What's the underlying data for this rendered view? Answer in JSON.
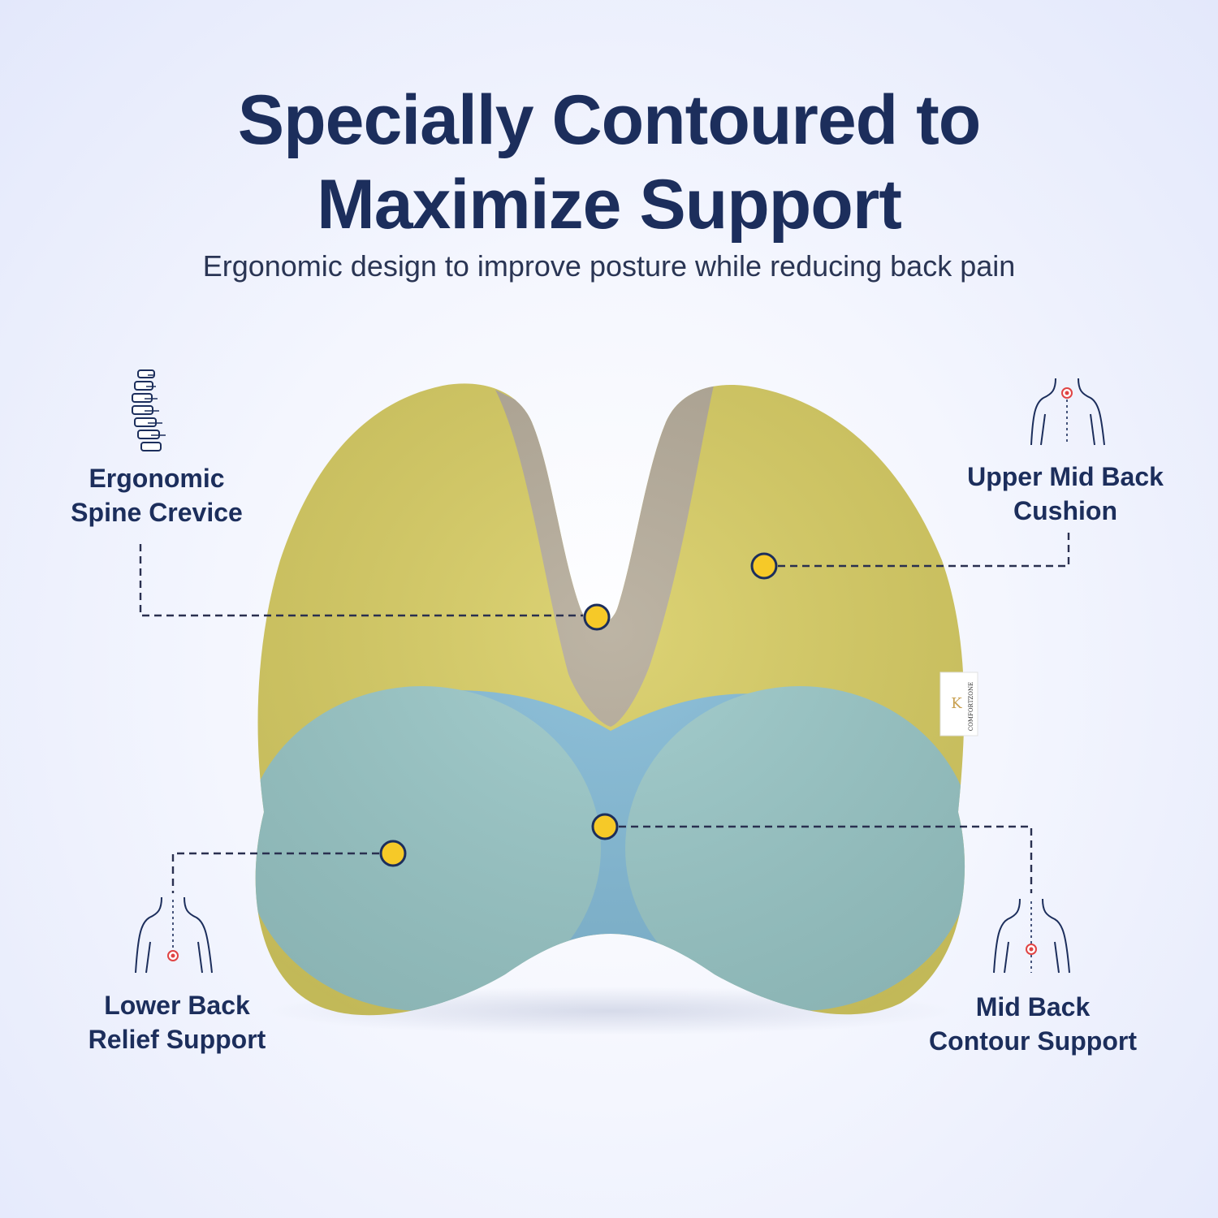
{
  "header": {
    "title_line1": "Specially Contoured to",
    "title_line2": "Maximize Support",
    "subtitle": "Ergonomic design to improve posture while reducing back pain"
  },
  "callouts": [
    {
      "id": "spine-crevice",
      "line1": "Ergonomic",
      "line2": "Spine Crevice",
      "icon": "spine-icon"
    },
    {
      "id": "upper-mid-back",
      "line1": "Upper Mid Back",
      "line2": "Cushion",
      "icon": "upper-back-body-icon"
    },
    {
      "id": "lower-back",
      "line1": "Lower Back",
      "line2": "Relief Support",
      "icon": "lower-back-body-icon"
    },
    {
      "id": "mid-back",
      "line1": "Mid Back",
      "line2": "Contour Support",
      "icon": "mid-back-body-icon"
    }
  ],
  "product": {
    "brand_tag": "COMFORTZONE",
    "colors": {
      "upper": "#d8cd62",
      "crevice": "#b4aa98",
      "center": "#82bad6",
      "lobes": "#9ac8c8",
      "dot": "#f6c928",
      "navy": "#1c2e5c"
    }
  }
}
